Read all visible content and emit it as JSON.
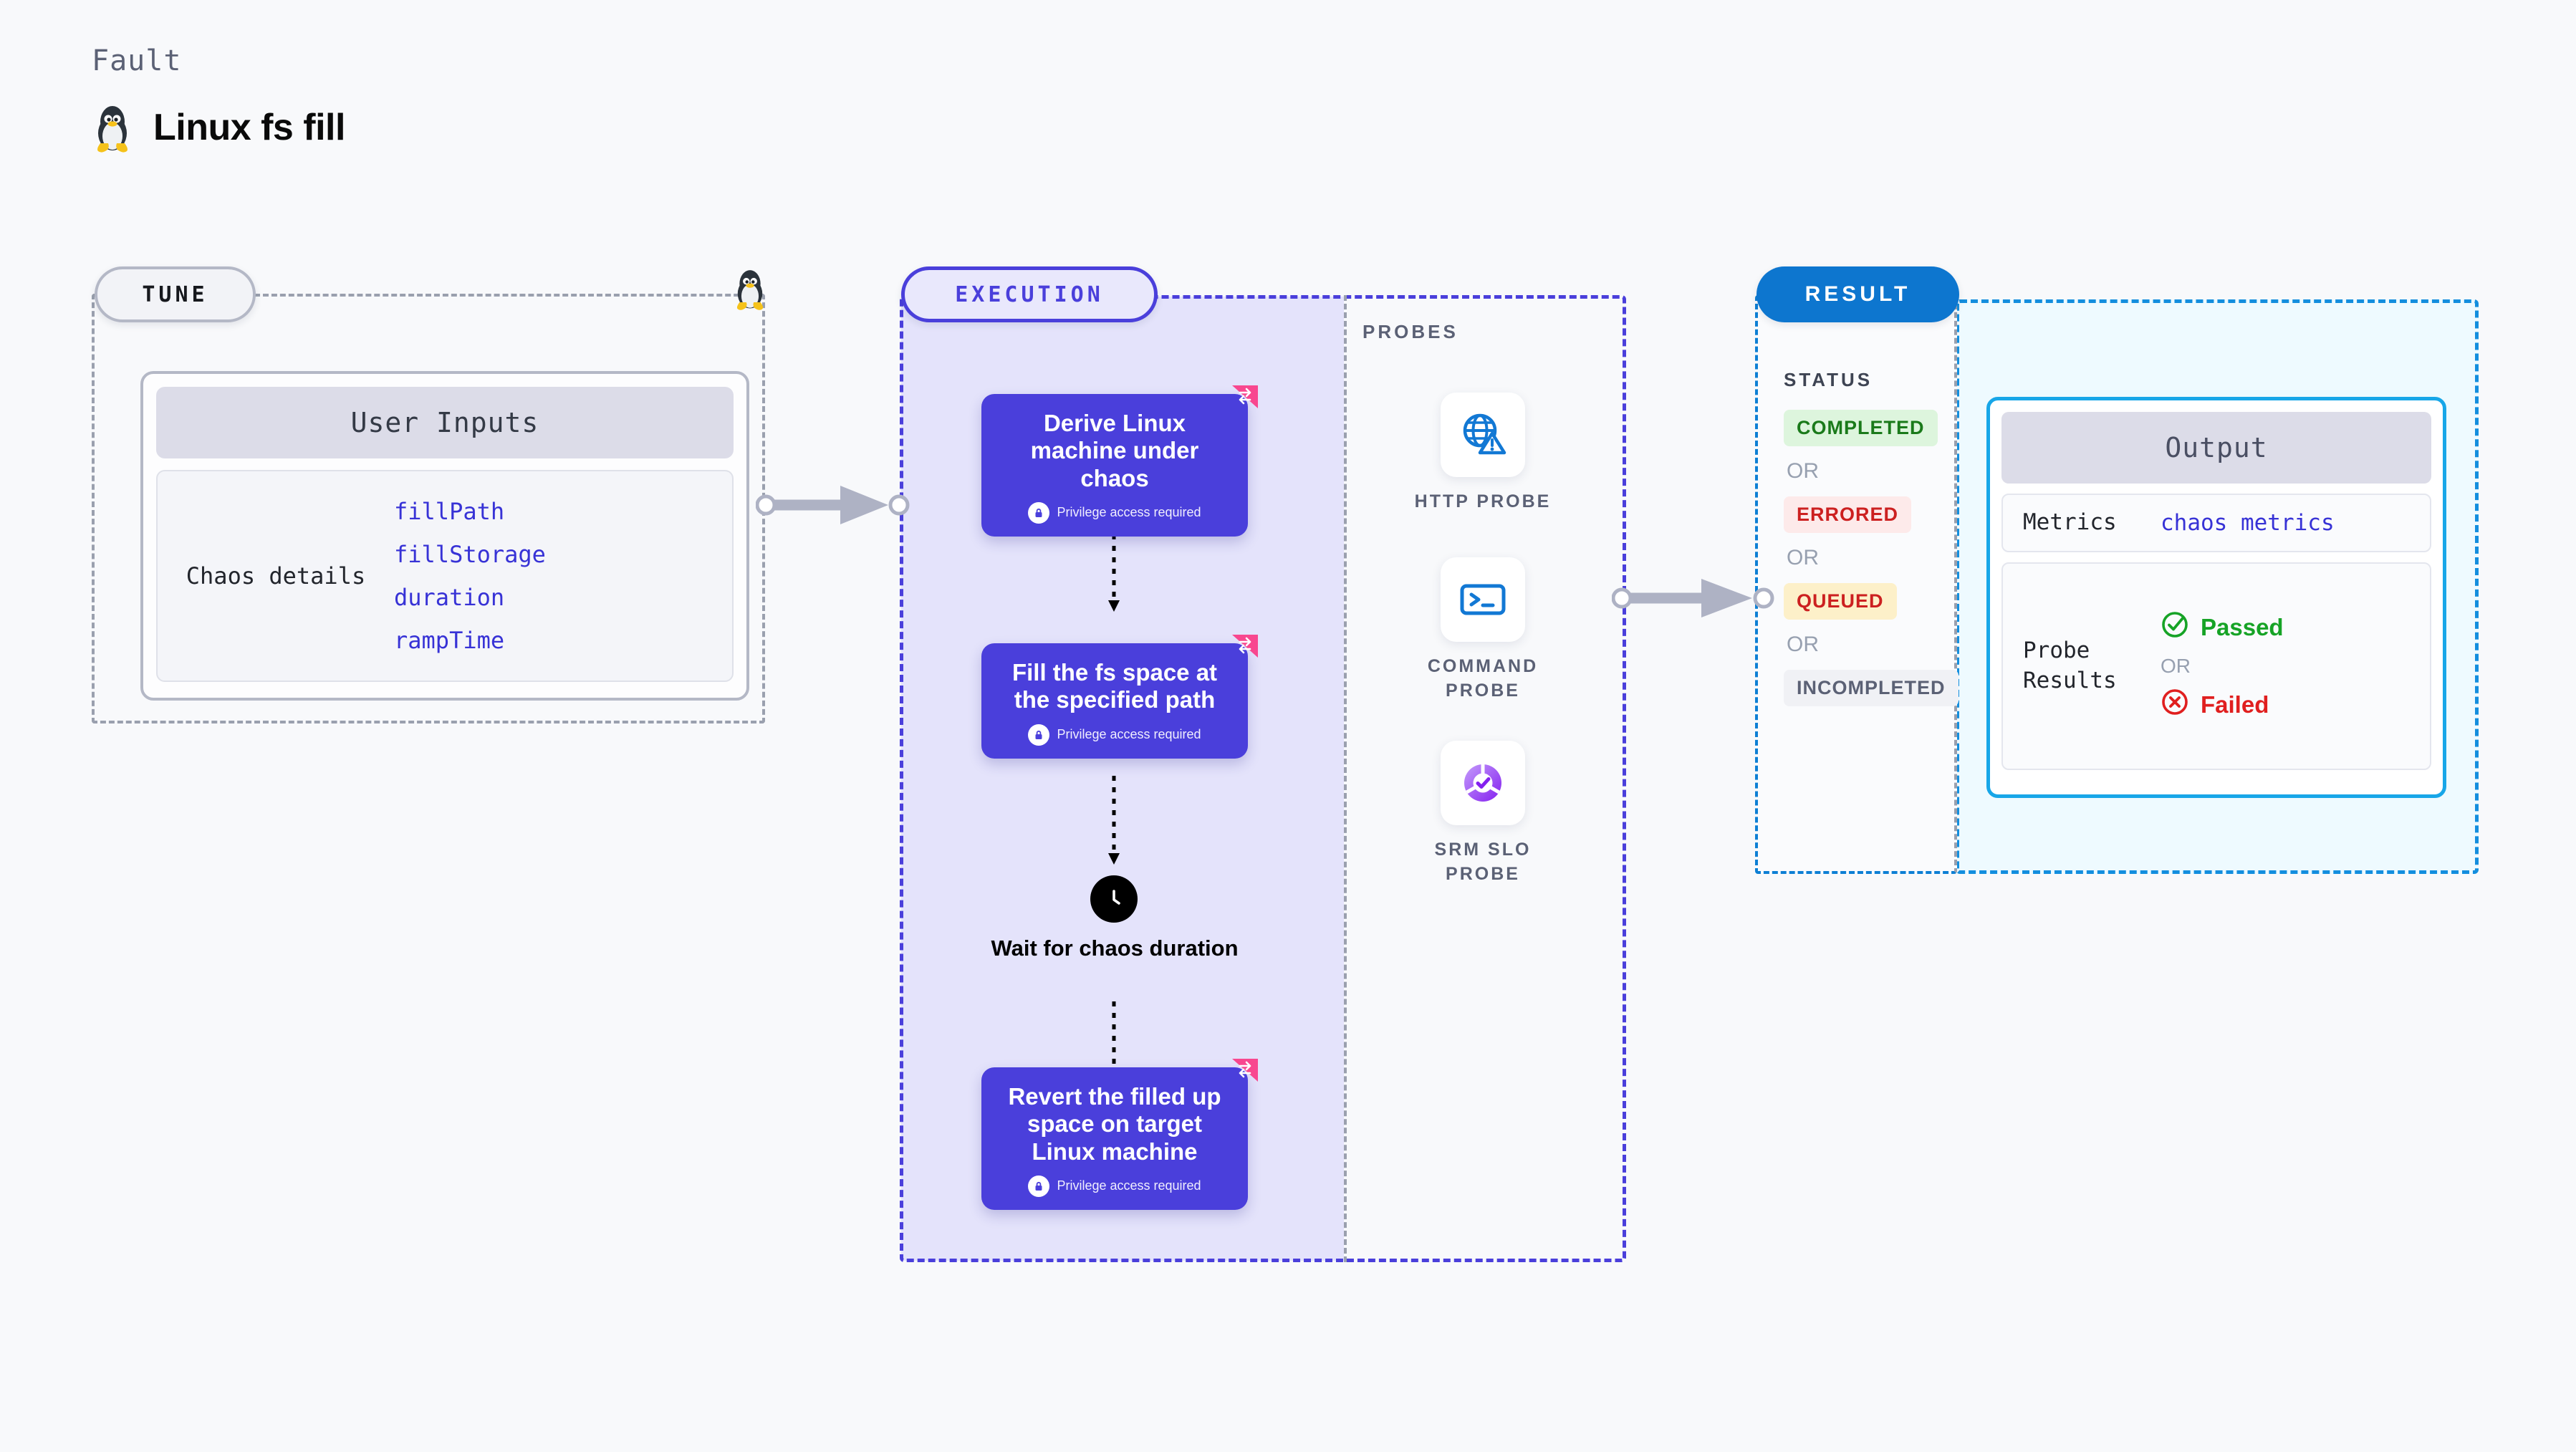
{
  "header": {
    "fault_label": "Fault",
    "fault_title": "Linux fs fill",
    "tux_icon": "linux-penguin-icon"
  },
  "tune": {
    "pill_label": "TUNE",
    "boundary_tux_icon": "linux-penguin-icon",
    "user_inputs_header": "User Inputs",
    "chaos_details_label": "Chaos details",
    "params": [
      {
        "name": "fillPath"
      },
      {
        "name": "fillStorage"
      },
      {
        "name": "duration"
      },
      {
        "name": "rampTime"
      }
    ]
  },
  "execution": {
    "pill_label": "EXECUTION",
    "privilege_note": "Privilege access required",
    "steps": [
      {
        "type": "card",
        "title": "Derive Linux machine under chaos",
        "badge": "Privilege access required",
        "ribbon": "harness-ribbon-icon"
      },
      {
        "type": "card",
        "title": "Fill the fs space at the specified path",
        "badge": "Privilege access required",
        "ribbon": "harness-ribbon-icon"
      },
      {
        "type": "wait",
        "title": "Wait for chaos duration",
        "icon": "clock-icon"
      },
      {
        "type": "card",
        "title": "Revert the filled up space on target Linux machine",
        "badge": "Privilege access required",
        "ribbon": "harness-ribbon-icon"
      }
    ]
  },
  "probes": {
    "section_label": "PROBES",
    "items": [
      {
        "label": "HTTP PROBE",
        "icon": "globe-warning-icon"
      },
      {
        "label": "COMMAND PROBE",
        "icon": "terminal-icon"
      },
      {
        "label": "SRM SLO PROBE",
        "icon": "slo-donut-check-icon"
      }
    ]
  },
  "result": {
    "pill_label": "RESULT",
    "status_label": "STATUS",
    "or_label": "OR",
    "statuses": [
      {
        "label": "COMPLETED",
        "bg": "#ddf5dd",
        "fg": "#1a7a1a"
      },
      {
        "label": "ERRORED",
        "bg": "#fdeaea",
        "fg": "#cc2020"
      },
      {
        "label": "QUEUED",
        "bg": "#fdf0c9",
        "fg": "#cc2020"
      },
      {
        "label": "INCOMPLETED",
        "bg": "#f0f1f5",
        "fg": "#5b6175"
      }
    ],
    "output": {
      "header": "Output",
      "metrics_key": "Metrics",
      "metrics_value": "chaos metrics",
      "probe_results_key": "Probe Results",
      "passed_label": "Passed",
      "failed_label": "Failed",
      "or_label": "OR",
      "passed_icon": "check-circle-icon",
      "failed_icon": "x-circle-icon"
    }
  },
  "colors": {
    "page_bg": "#f8f9fb",
    "execution_accent": "#4a3fdb",
    "execution_panel_bg": "#e4e3fb",
    "result_accent": "#0d76cf",
    "output_accent": "#17a6e8",
    "param_text": "#3732d6",
    "ribbon_pink": "#f8478f",
    "passed_green": "#16a326",
    "failed_red": "#e01f1f"
  },
  "connectors": [
    {
      "name": "tune-to-execution",
      "from": "tune",
      "to": "execution"
    },
    {
      "name": "probes-to-result",
      "from": "probes",
      "to": "result"
    }
  ]
}
